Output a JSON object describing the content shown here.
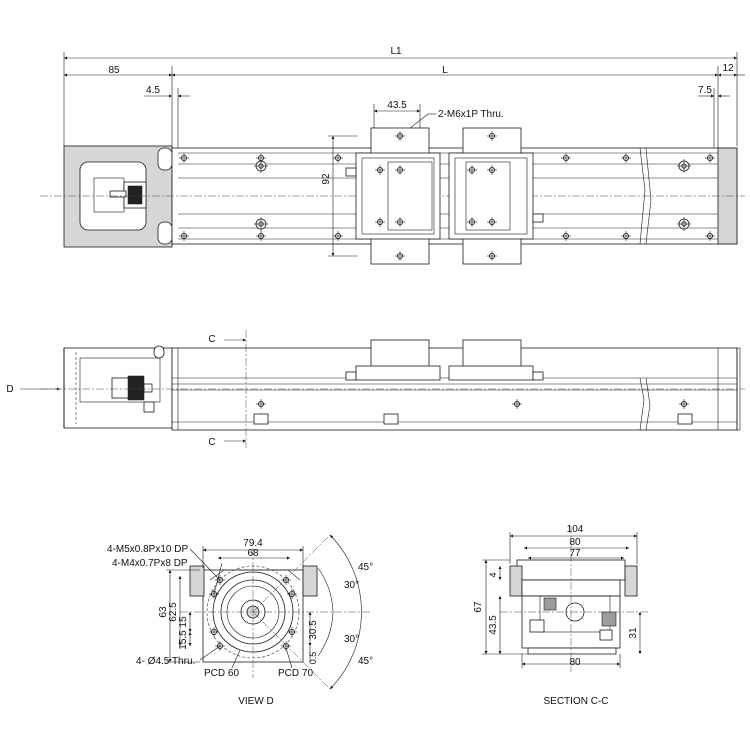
{
  "top_view": {
    "dims": {
      "L1": "L1",
      "L": "L",
      "left_len": "85",
      "right_len": "12",
      "left_offset": "4.5",
      "right_offset": "7.5",
      "hole_pitch": "43.5",
      "height": "92"
    },
    "callout": "2-M6x1P Thru."
  },
  "side_view": {
    "section_marker": "C",
    "view_marker": "D"
  },
  "view_d": {
    "title": "VIEW D",
    "callouts": {
      "m5": "4-M5x0.8Px10 DP",
      "m4": "4-M4x0.7Px8 DP",
      "thru": "4- Ø4.5 Thru.",
      "pcd60": "PCD 60",
      "pcd70": "PCD 70"
    },
    "dims": {
      "w1": "79.4",
      "w2": "68",
      "h1": "63",
      "h2": "62.5",
      "h3": "15",
      "h4": "15.5",
      "h5": "30.5",
      "h6": "0.5",
      "angle1": "45°",
      "angle2": "30°",
      "angle3": "30°",
      "angle4": "45°"
    }
  },
  "section_cc": {
    "title": "SECTION C-C",
    "dims": {
      "w1": "104",
      "w2": "80",
      "w3": "77",
      "w4": "80",
      "h1": "67",
      "h2": "43.5",
      "h3": "31",
      "h4": "4"
    }
  }
}
